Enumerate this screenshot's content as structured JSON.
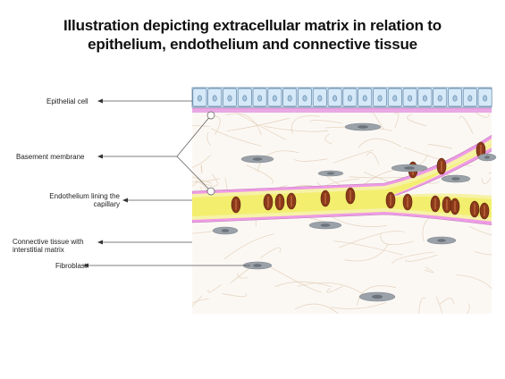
{
  "title": {
    "line1": "Illustration depicting extracellular matrix in relation to",
    "line2": "epithelium, endothelium and connective tissue"
  },
  "labels": {
    "epithelial_cell": "Epithelial cell",
    "basement_membrane": "Basement membrane",
    "endothelium_line1": "Endothelium lining the",
    "endothelium_line2": "capillary",
    "connective_line1": "Connective tissue with",
    "connective_line2": "interstitial matrix",
    "fibroblast": "Fibroblast"
  },
  "colors": {
    "epithelium": "#cde3f5",
    "basement_membrane": "#e7a6e0",
    "capillary_wall": "#f2ef9a",
    "capillary_lumen": "#f4f07a",
    "red_blood_cell": "#8b3a1a",
    "fibroblast": "#9aa0a6",
    "matrix_fibers": "#ead9c7"
  }
}
